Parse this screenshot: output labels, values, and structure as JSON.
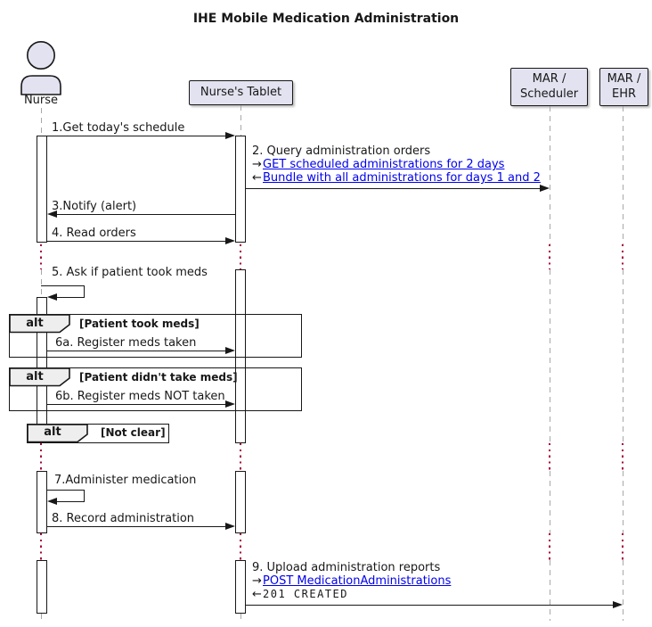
{
  "diagram": {
    "title": "IHE Mobile Medication Administration"
  },
  "participants": {
    "nurse": {
      "label": "Nurse"
    },
    "tablet": {
      "label": "Nurse's Tablet"
    },
    "scheduler": {
      "line1": "MAR /",
      "line2": "Scheduler"
    },
    "ehr": {
      "line1": "MAR /",
      "line2": "EHR"
    }
  },
  "messages": {
    "m1": {
      "label": "1.Get today's schedule"
    },
    "m2": {
      "label": "2. Query administration orders",
      "request_arrow": "→",
      "request_link": "GET scheduled administrations for 2 days",
      "response_arrow": "←",
      "response_link": "Bundle with all administrations for days 1 and 2"
    },
    "m3": {
      "label": "3.Notify (alert)"
    },
    "m4": {
      "label": "4. Read orders"
    },
    "m5": {
      "label": "5. Ask if patient took meds"
    },
    "m6a": {
      "label": "6a. Register meds taken"
    },
    "m6b": {
      "label": "6b. Register meds NOT taken"
    },
    "m7": {
      "label": "7.Administer medication"
    },
    "m8": {
      "label": "8. Record administration"
    },
    "m9": {
      "label": "9. Upload administration reports",
      "request_arrow": "→",
      "request_link": "POST MedicationAdministrations",
      "response_arrow": "←",
      "response_text": "201 CREATED"
    }
  },
  "frames": {
    "alt1": {
      "operator": "alt",
      "condition": "[Patient took meds]"
    },
    "alt2": {
      "operator": "alt",
      "condition": "[Patient didn't take meds]"
    },
    "alt3": {
      "operator": "alt",
      "condition": "[Not clear]"
    }
  },
  "colors": {
    "participant_fill": "#E2E2F0",
    "border": "#181818",
    "lifeline": "#A8A8A8",
    "delay": "#A80036",
    "link": "#0000EE",
    "frame_header_fill": "#EEEEEE"
  }
}
